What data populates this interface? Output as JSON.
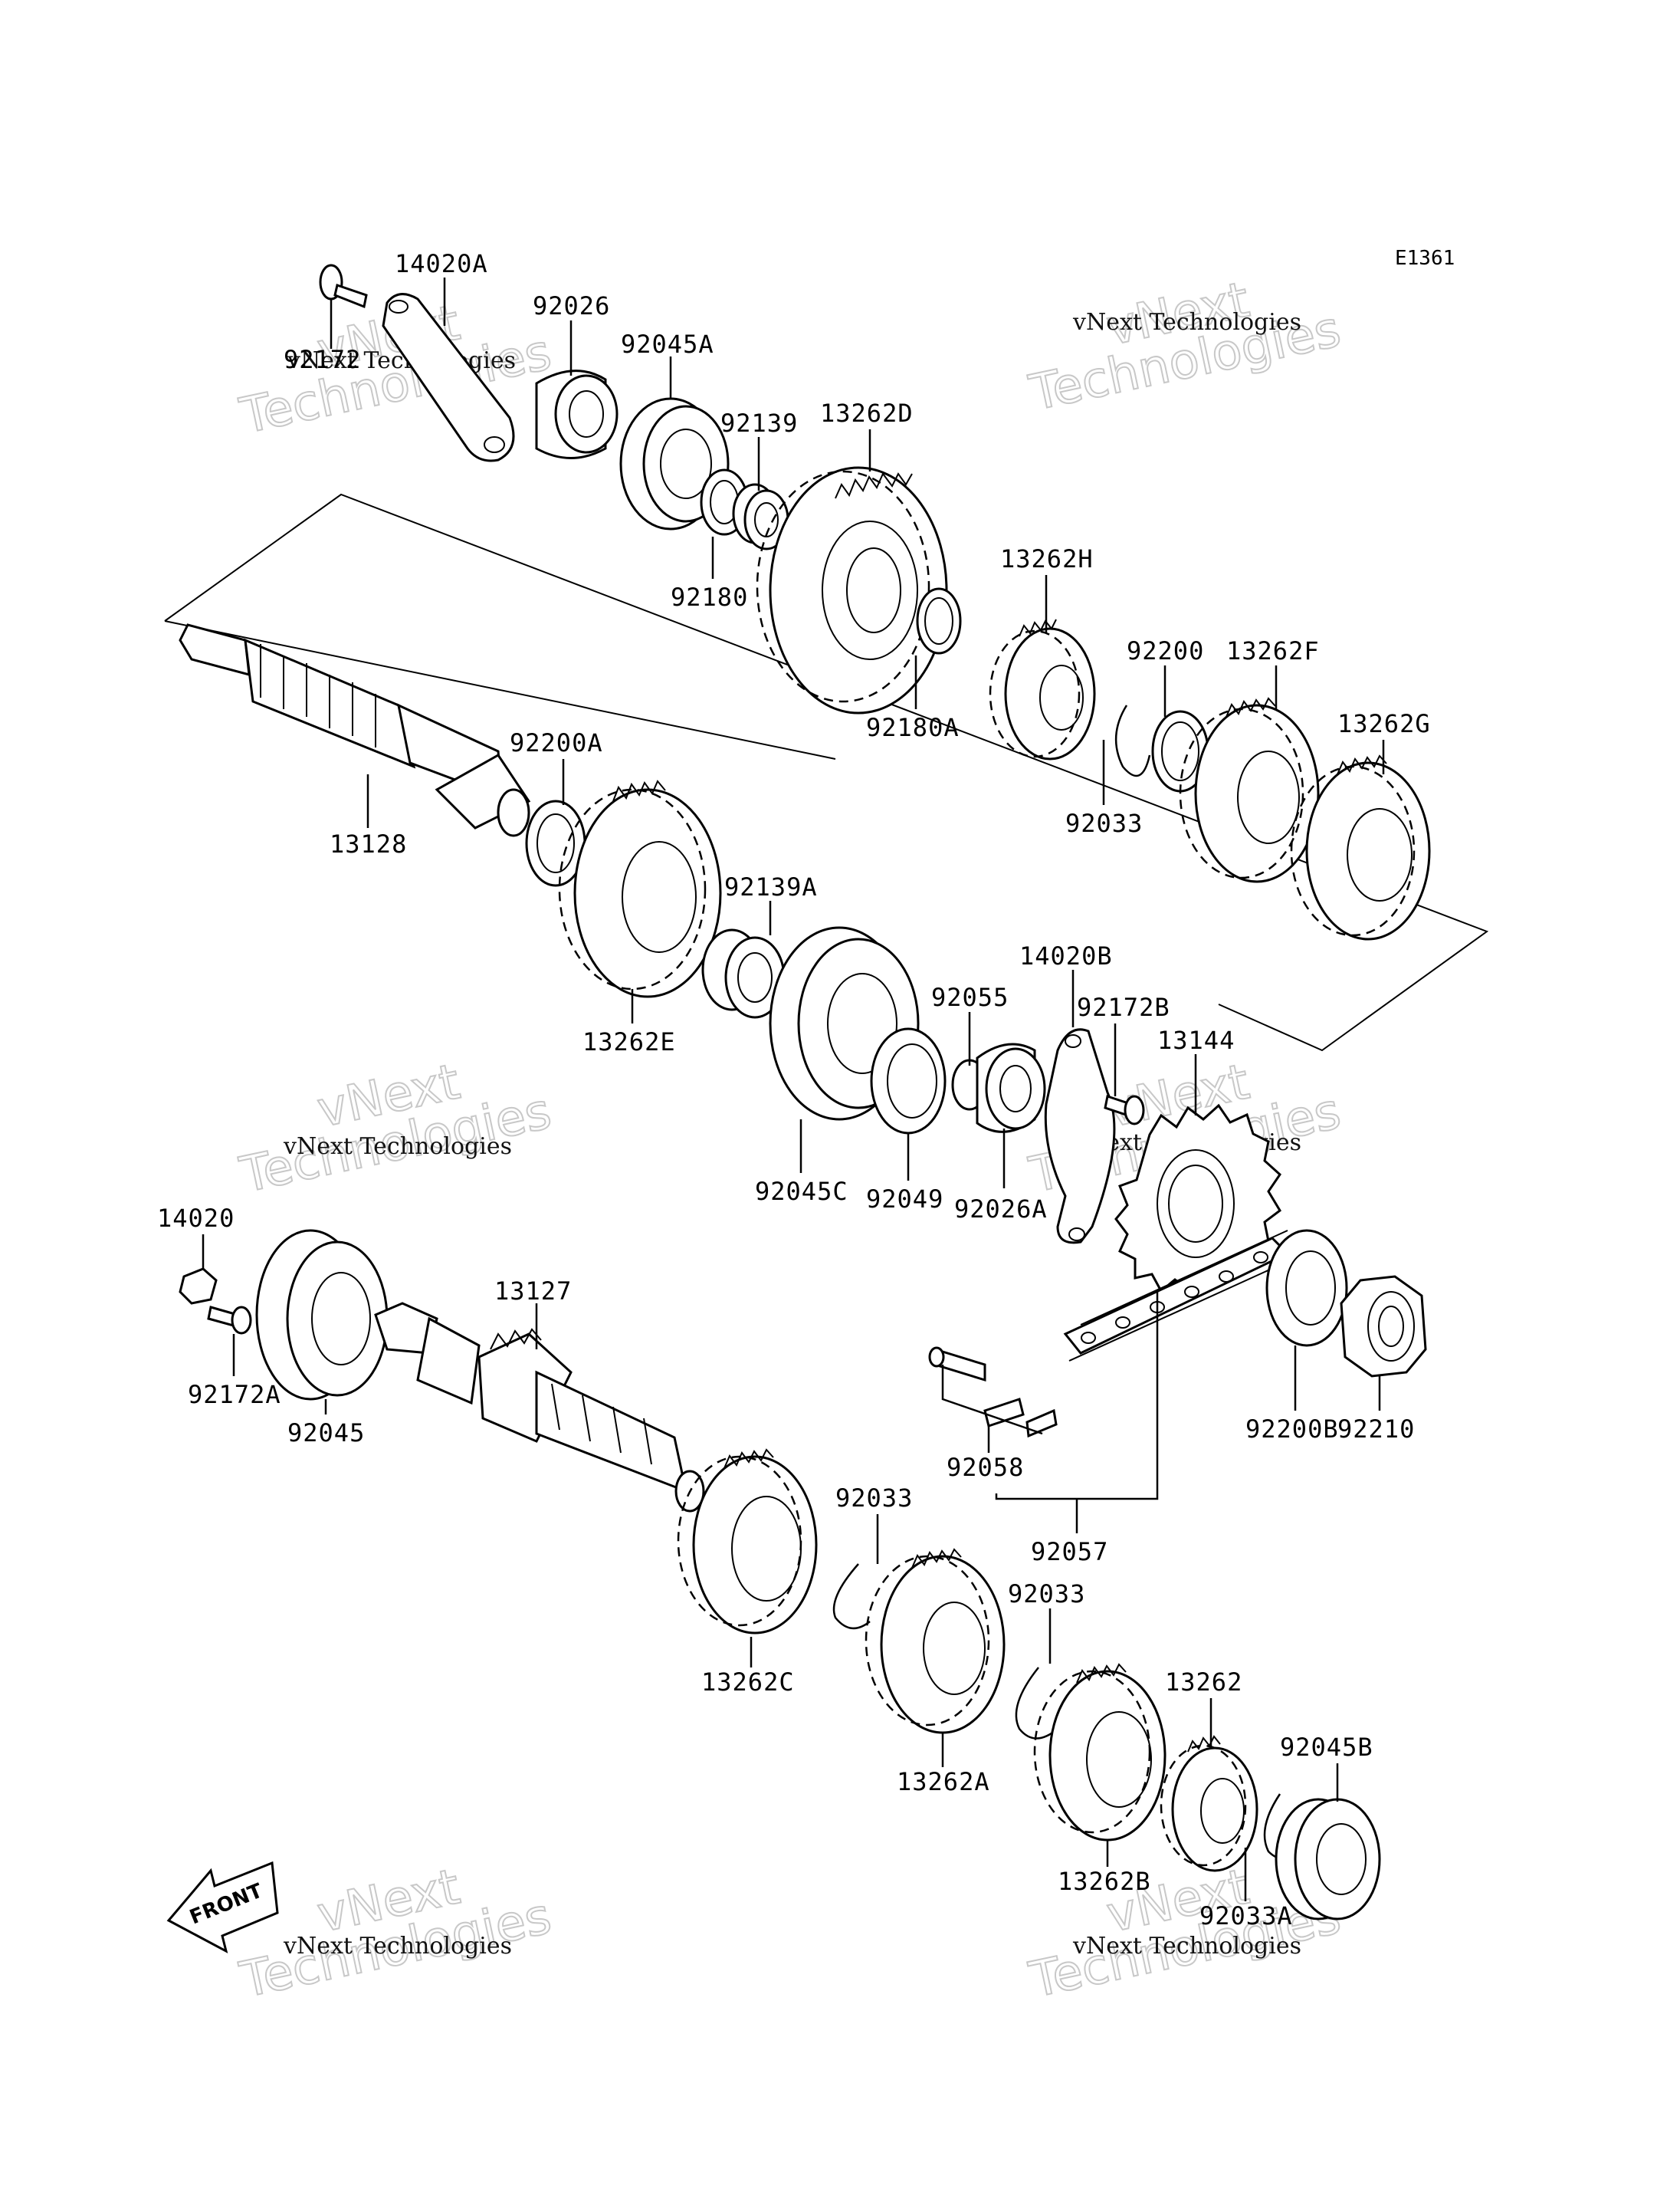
{
  "diagram_code": "E1361",
  "front_label": "FRONT",
  "watermark": {
    "brand_small": "vNext Technologies",
    "brand_large_1": "vNext",
    "brand_large_2": "Technologies"
  },
  "labels": [
    {
      "id": "14020A",
      "text": "14020A"
    },
    {
      "id": "92172",
      "text": "92172"
    },
    {
      "id": "92026",
      "text": "92026"
    },
    {
      "id": "92045A",
      "text": "92045A"
    },
    {
      "id": "92139",
      "text": "92139"
    },
    {
      "id": "13262D",
      "text": "13262D"
    },
    {
      "id": "92180",
      "text": "92180"
    },
    {
      "id": "92180A",
      "text": "92180A"
    },
    {
      "id": "13262H",
      "text": "13262H"
    },
    {
      "id": "92200",
      "text": "92200"
    },
    {
      "id": "13262F",
      "text": "13262F"
    },
    {
      "id": "13262G",
      "text": "13262G"
    },
    {
      "id": "92033_top",
      "text": "92033"
    },
    {
      "id": "92200A",
      "text": "92200A"
    },
    {
      "id": "13128",
      "text": "13128"
    },
    {
      "id": "92139A",
      "text": "92139A"
    },
    {
      "id": "13262E",
      "text": "13262E"
    },
    {
      "id": "14020B",
      "text": "14020B"
    },
    {
      "id": "92055",
      "text": "92055"
    },
    {
      "id": "92172B",
      "text": "92172B"
    },
    {
      "id": "13144",
      "text": "13144"
    },
    {
      "id": "92045C",
      "text": "92045C"
    },
    {
      "id": "92049",
      "text": "92049"
    },
    {
      "id": "92026A",
      "text": "92026A"
    },
    {
      "id": "14020",
      "text": "14020"
    },
    {
      "id": "13127",
      "text": "13127"
    },
    {
      "id": "92172A",
      "text": "92172A"
    },
    {
      "id": "92045",
      "text": "92045"
    },
    {
      "id": "92200B",
      "text": "92200B"
    },
    {
      "id": "92210",
      "text": "92210"
    },
    {
      "id": "92058",
      "text": "92058"
    },
    {
      "id": "92033_mid",
      "text": "92033"
    },
    {
      "id": "92057",
      "text": "92057"
    },
    {
      "id": "13262C",
      "text": "13262C"
    },
    {
      "id": "92033_low",
      "text": "92033"
    },
    {
      "id": "13262",
      "text": "13262"
    },
    {
      "id": "92045B",
      "text": "92045B"
    },
    {
      "id": "13262A",
      "text": "13262A"
    },
    {
      "id": "13262B",
      "text": "13262B"
    },
    {
      "id": "92033A",
      "text": "92033A"
    }
  ]
}
